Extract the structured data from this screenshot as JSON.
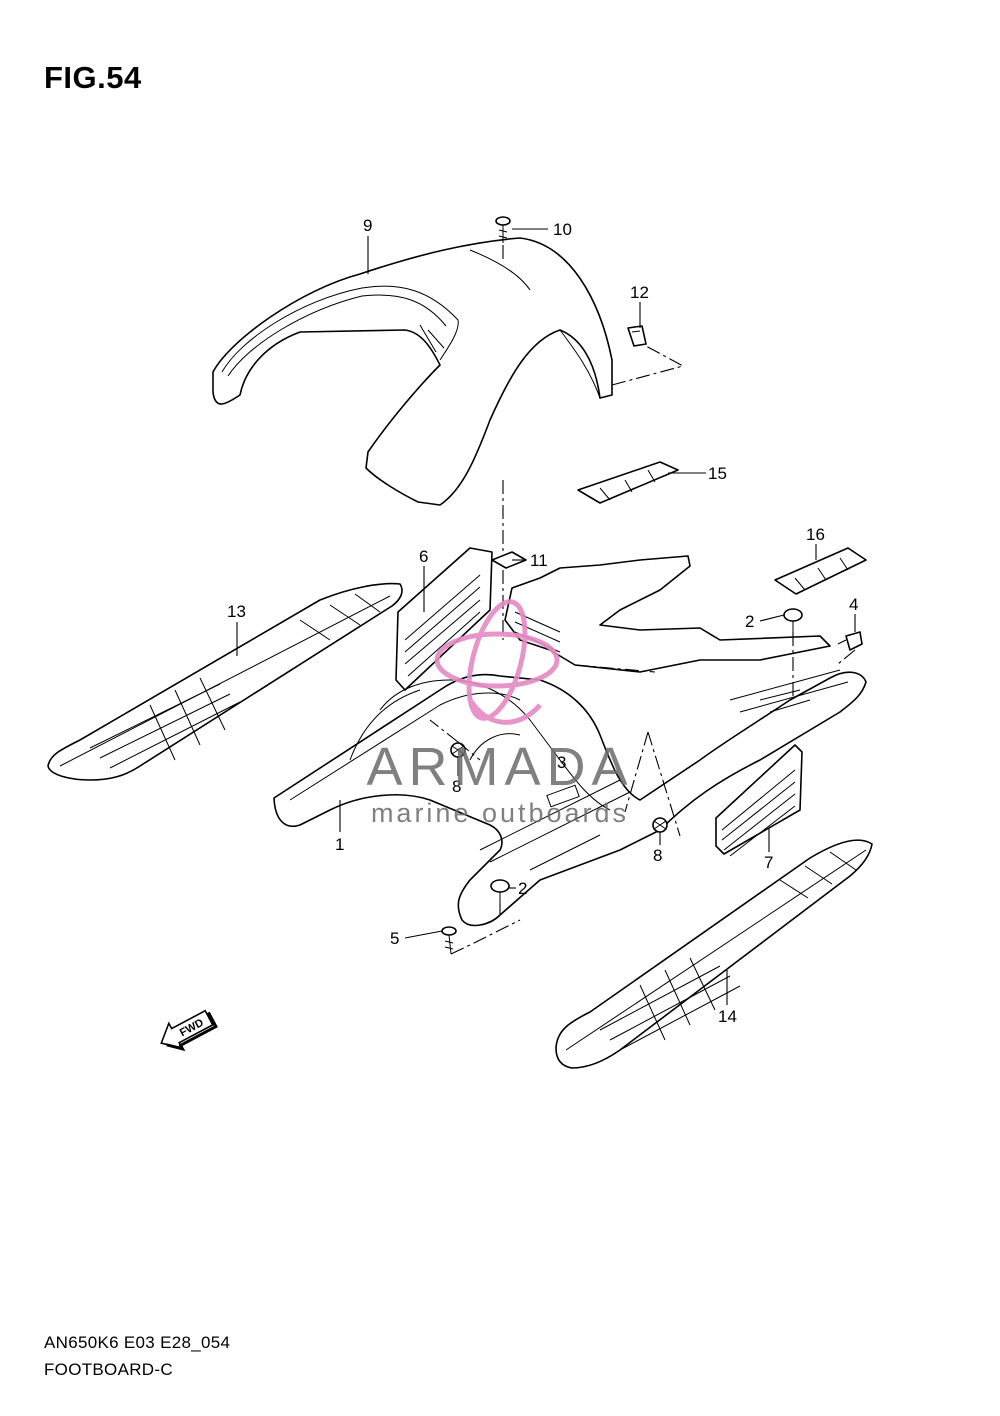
{
  "figure": {
    "title": "FIG.54",
    "code": "AN650K6 E03 E28_054",
    "name": "FOOTBOARD-C"
  },
  "callouts": [
    {
      "id": "c9",
      "label": "9"
    },
    {
      "id": "c10",
      "label": "10"
    },
    {
      "id": "c12",
      "label": "12"
    },
    {
      "id": "c15",
      "label": "15"
    },
    {
      "id": "c6",
      "label": "6"
    },
    {
      "id": "c11",
      "label": "11"
    },
    {
      "id": "c16",
      "label": "16"
    },
    {
      "id": "c13",
      "label": "13"
    },
    {
      "id": "c2a",
      "label": "2"
    },
    {
      "id": "c4",
      "label": "4"
    },
    {
      "id": "c8a",
      "label": "8"
    },
    {
      "id": "c3",
      "label": "3"
    },
    {
      "id": "c1",
      "label": "1"
    },
    {
      "id": "c8b",
      "label": "8"
    },
    {
      "id": "c7",
      "label": "7"
    },
    {
      "id": "c2b",
      "label": "2"
    },
    {
      "id": "c5",
      "label": "5"
    },
    {
      "id": "c14",
      "label": "14"
    }
  ],
  "watermark": {
    "title": "ARMADA",
    "subtitle": "marine outboards",
    "color": "#e58ac4"
  },
  "direction_arrow": {
    "label": "FWD"
  }
}
